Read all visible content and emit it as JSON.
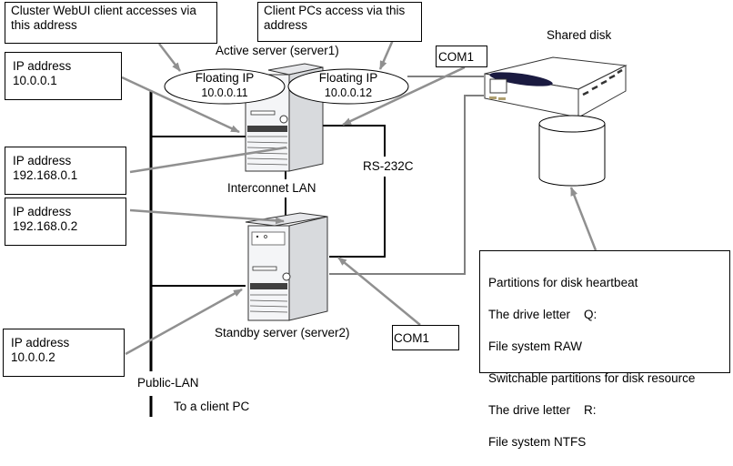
{
  "callouts": {
    "webui": "Cluster WebUI client accesses via\nthis address",
    "client_pcs": "Client PCs access via this\naddress",
    "ip_public1": "IP address\n10.0.0.1",
    "ip_inter1": "IP address\n192.168.0.1",
    "ip_inter2": "IP address\n192.168.0.2",
    "ip_public2": "IP address\n10.0.0.2",
    "com1_top": "COM1",
    "com1_bottom": "COM1",
    "partitions": [
      "Partitions for disk heartbeat",
      "The drive letter    Q:",
      "File system RAW",
      "Switchable partitions for disk resource",
      "The drive letter    R:",
      "File system NTFS"
    ]
  },
  "floating_ips": [
    {
      "title": "Floating IP",
      "address": "10.0.0.11"
    },
    {
      "title": "Floating IP",
      "address": "10.0.0.12"
    }
  ],
  "labels": {
    "active_server": "Active server (server1)",
    "standby_server": "Standby server (server2)",
    "shared_disk": "Shared disk",
    "interconnect": "Interconnet LAN",
    "rs232c": "RS-232C",
    "public_lan": "Public-LAN",
    "to_client": "To a client PC"
  },
  "colors": {
    "line": "#000000",
    "arrow": "#909090",
    "server_front": "#f4f5f7",
    "server_side": "#d8dadd",
    "disk_oval": "#1a1a40",
    "disk_led": "#b0a070"
  }
}
